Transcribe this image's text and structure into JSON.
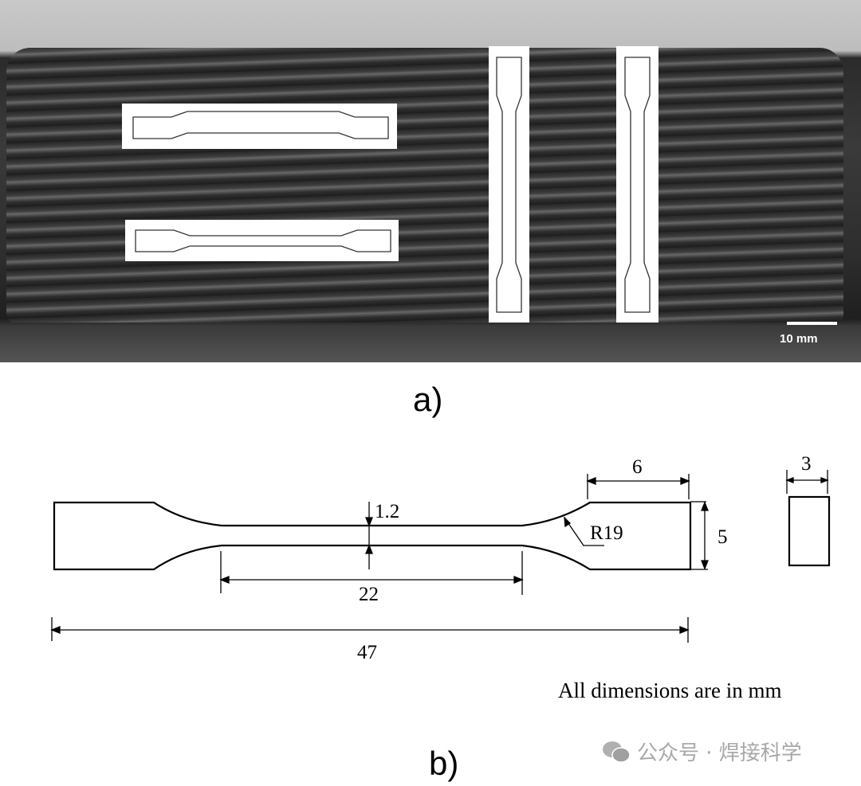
{
  "panel_a": {
    "label": "a)",
    "scale_bar": "10 mm"
  },
  "panel_b": {
    "label": "b)",
    "dimensions": {
      "total_length": "47",
      "gauge_length": "22",
      "gauge_width": "1.2",
      "grip_length": "6",
      "grip_width": "5",
      "radius": "R19",
      "thickness": "3"
    },
    "note": "All dimensions are in mm"
  },
  "watermark": {
    "text": "公众号 · 焊接科学"
  }
}
